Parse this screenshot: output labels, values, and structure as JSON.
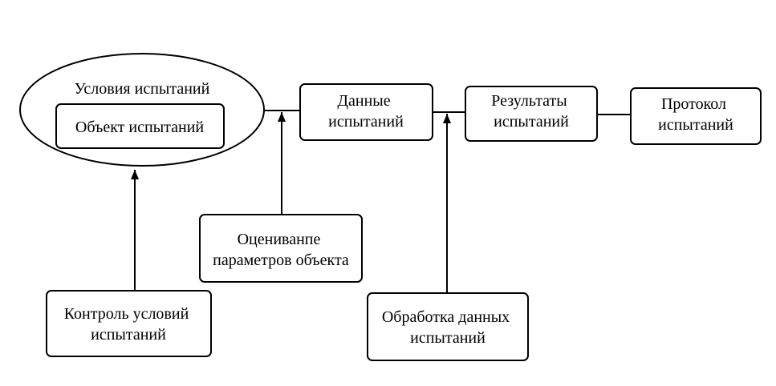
{
  "nodes": {
    "conditions": {
      "label": "Условия испытаний"
    },
    "object": {
      "label": "Объект испытаний"
    },
    "test_data": {
      "lines": [
        "Данные",
        "испытаний"
      ]
    },
    "results": {
      "lines": [
        "Результаты",
        "испытаний"
      ]
    },
    "protocol": {
      "lines": [
        "Протокол",
        "испытаний"
      ]
    },
    "evaluation": {
      "lines": [
        "Оцениванпе",
        "параметров объекта"
      ]
    },
    "control": {
      "lines": [
        "Контроль условий",
        "испытаний"
      ]
    },
    "processing": {
      "lines": [
        "Обработка данных",
        "испытаний"
      ]
    }
  },
  "colors": {
    "stroke": "#000000",
    "background": "#ffffff"
  }
}
